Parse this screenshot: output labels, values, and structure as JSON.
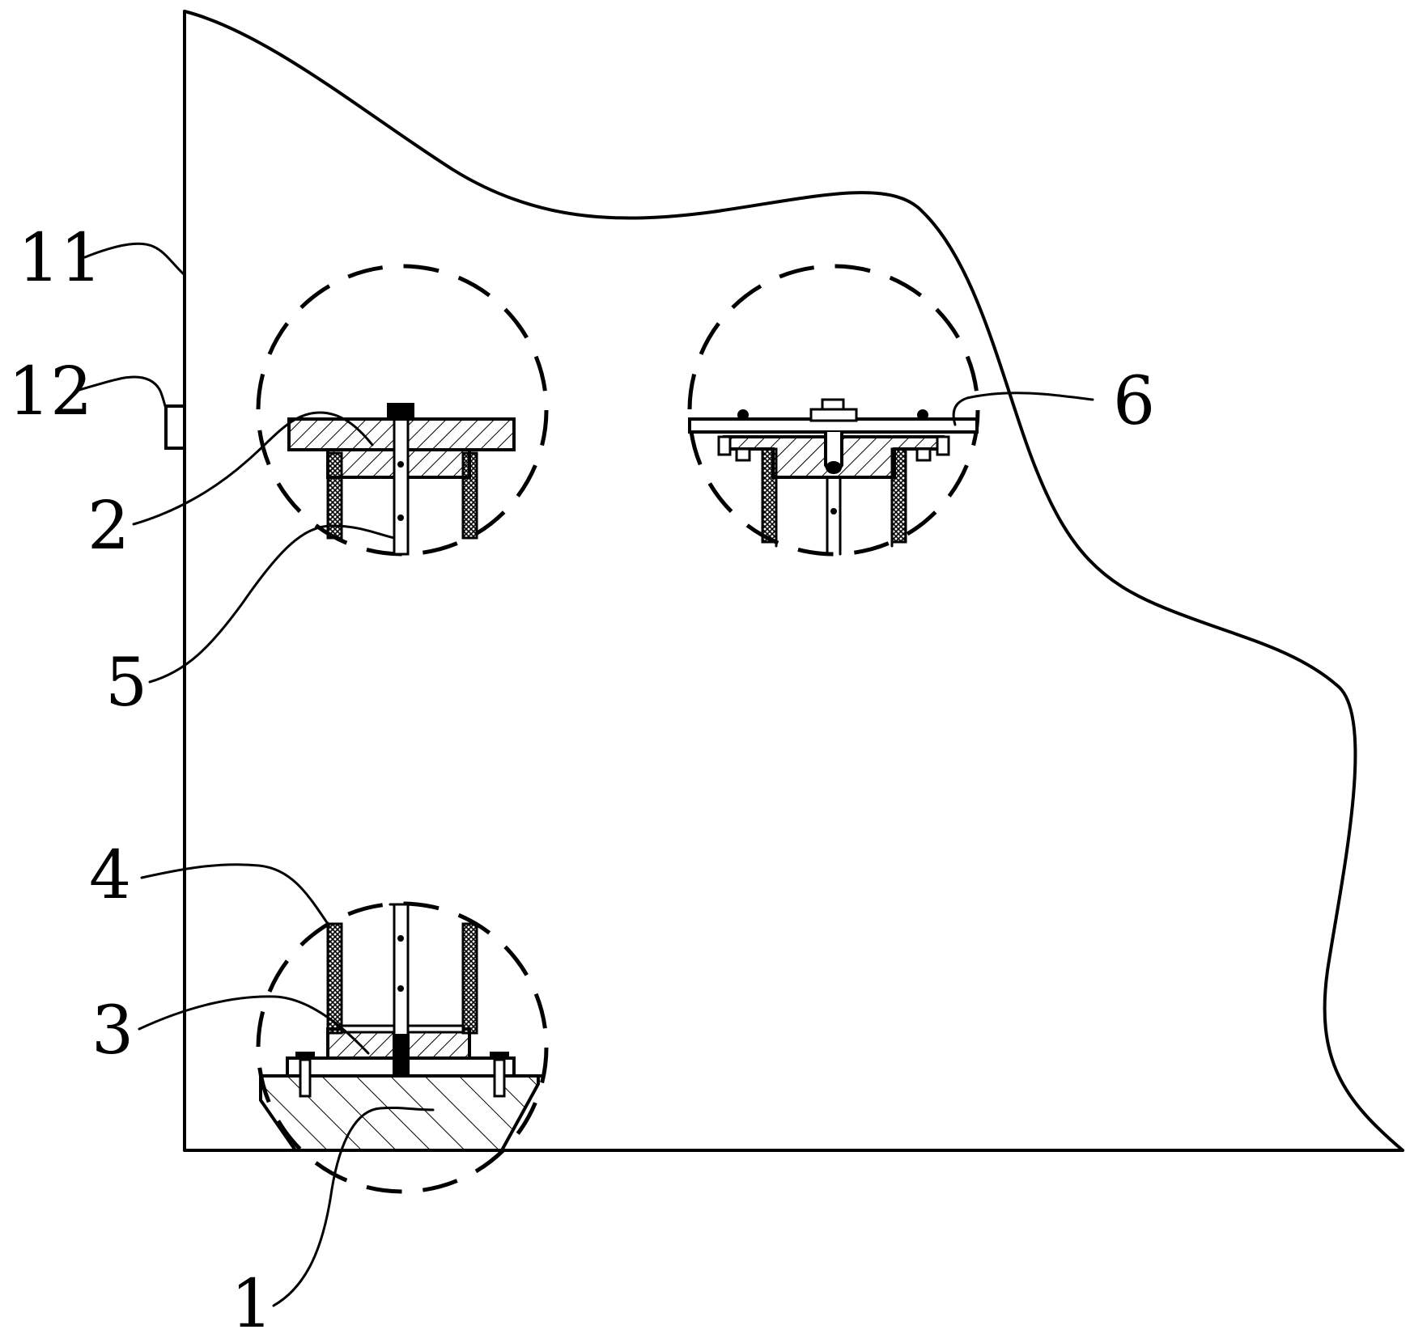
{
  "figure": {
    "colors": {
      "line": "#000000",
      "background": "#ffffff"
    },
    "labels": {
      "l11": "11",
      "l12": "12",
      "l2": "2",
      "l5": "5",
      "l6": "6",
      "l4": "4",
      "l3": "3",
      "l1": "1"
    }
  }
}
